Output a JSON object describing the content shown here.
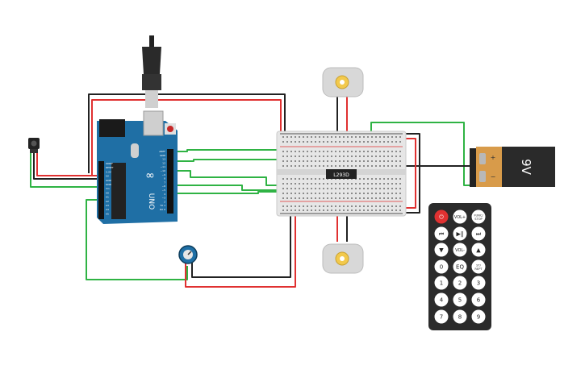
{
  "arduino": {
    "brand": "UNO",
    "logo_symbol": "∞",
    "usb_plug_icon": "usb-plug-icon",
    "pin_labels": [
      "AREF",
      "GND",
      "13",
      "12",
      "~11",
      "~10",
      "~9",
      "8",
      "7",
      "~6",
      "~5",
      "4",
      "~3",
      "2",
      "TX 1",
      "RX 0"
    ],
    "power_labels": [
      "IOREF",
      "RESET",
      "3.3V",
      "5V",
      "GND",
      "GND",
      "Vin"
    ],
    "analog_labels": [
      "A0",
      "A1",
      "A2",
      "A3",
      "A4",
      "A5"
    ]
  },
  "driver_chip": {
    "label": "L293D"
  },
  "battery": {
    "label": "9V",
    "plus": "+",
    "minus": "−",
    "colors": {
      "cap": "#d89b4a",
      "body": "#2a2a2a"
    }
  },
  "remote": {
    "buttons": [
      {
        "id": "power",
        "label": "⏻",
        "color": "#e03131",
        "text_color": "#ffffff"
      },
      {
        "id": "vol-up",
        "label": "VOL+"
      },
      {
        "id": "func-stop",
        "label": "FUNC/\nSTOP"
      },
      {
        "id": "prev",
        "label": "⏮"
      },
      {
        "id": "play-pause",
        "label": "▶‖"
      },
      {
        "id": "next",
        "label": "⏭"
      },
      {
        "id": "down",
        "label": "▼"
      },
      {
        "id": "vol-down",
        "label": "VOL-"
      },
      {
        "id": "up",
        "label": "▲"
      },
      {
        "id": "zero",
        "label": "0"
      },
      {
        "id": "eq",
        "label": "EQ"
      },
      {
        "id": "st-rept",
        "label": "ST/\nREPT"
      },
      {
        "id": "one",
        "label": "1"
      },
      {
        "id": "two",
        "label": "2"
      },
      {
        "id": "three",
        "label": "3"
      },
      {
        "id": "four",
        "label": "4"
      },
      {
        "id": "five",
        "label": "5"
      },
      {
        "id": "six",
        "label": "6"
      },
      {
        "id": "seven",
        "label": "7"
      },
      {
        "id": "eight",
        "label": "8"
      },
      {
        "id": "nine",
        "label": "9"
      }
    ]
  },
  "colors": {
    "wire_red": "#e03131",
    "wire_black": "#222222",
    "wire_green": "#2fb344",
    "board_blue": "#1f6fa5",
    "breadboard": "#e6e6e6",
    "motor_body": "#d8d8d8",
    "motor_gear": "#f2c94c",
    "potentiometer": "#1f6fa5"
  },
  "components": {
    "ir_receiver_icon": "ir-receiver-icon",
    "potentiometer_icon": "potentiometer-icon",
    "motor_icon": "dc-motor-icon"
  }
}
